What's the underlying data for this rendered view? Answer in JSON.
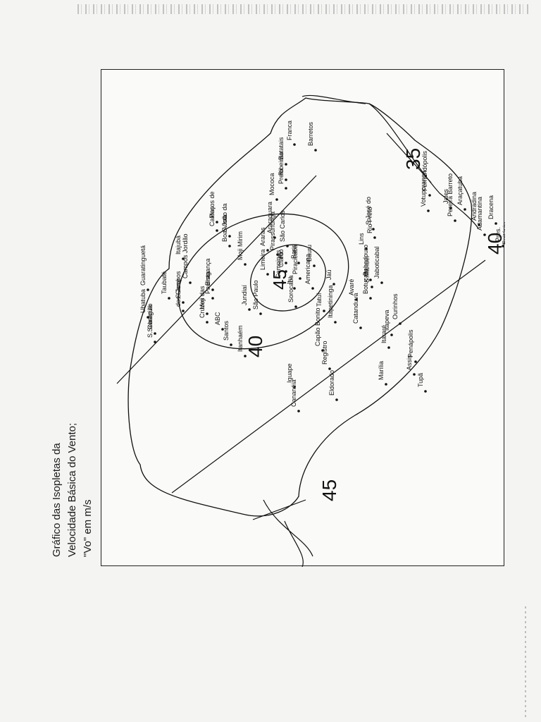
{
  "caption": {
    "line1": "Gráfico das Isopletas da",
    "line2": "Velocidade Básica do Vento;",
    "line3": "\"Vo\" em  m/s"
  },
  "isopleths": [
    {
      "label": "35"
    },
    {
      "label": "40"
    },
    {
      "label": "40"
    },
    {
      "label": "45"
    },
    {
      "label": "45"
    }
  ],
  "cities": [
    "Franca",
    "Batatais",
    "Ribeirão",
    "Preto",
    "Mococa",
    "Barretos",
    "Poços de",
    "Caldas",
    "S.João da",
    "Boa Vista",
    "Itajubá",
    "Guaratinguetá",
    "Ubatuba",
    "Caraguá",
    "S.Sebastião",
    "Taubaté",
    "S.José",
    "dos Campos",
    "Campos Jordão",
    "Moji das",
    "Cruzes",
    "ABC",
    "Santos",
    "Itanhaém",
    "Bragança",
    "Paulista",
    "Moji Mirim",
    "Jundiaí",
    "São Paulo",
    "Limeira",
    "Araras",
    "Campinas",
    "Itu",
    "Sorocaba",
    "Rio",
    "Claro",
    "Piracicaba",
    "Americana",
    "Araraquara",
    "São Carlos",
    "Pirassununga",
    "Bariri",
    "Bauru",
    "Jaú",
    "Tatuí",
    "Itapetininga",
    "Capão Bonito",
    "Registro",
    "Iguape",
    "Cananéia",
    "Eldorado",
    "Itapeva",
    "Itararé",
    "Avaré",
    "Botucatu",
    "S.Manoel",
    "Ourinhos",
    "Assis",
    "Marília",
    "Tupã",
    "Lins",
    "Penápolis",
    "Catanduva",
    "Bebedouro",
    "Jaboticabal",
    "S.José do",
    "Rio Preto",
    "Votuporanga",
    "Fernandópolis",
    "Jales",
    "Pereira Barreto",
    "Araçatuba",
    "Andradina",
    "Adamantina",
    "Dracena",
    "Pres.",
    "Epitácio",
    "Presidente",
    "Prudente"
  ]
}
